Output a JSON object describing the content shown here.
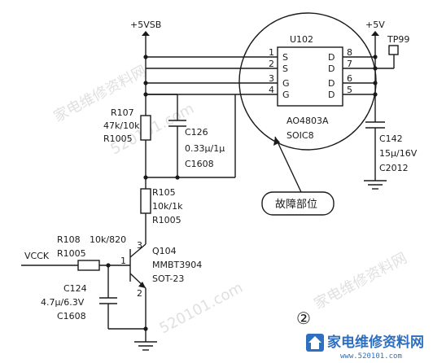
{
  "rails": {
    "vsb": "+5VSB",
    "v5": "+5V"
  },
  "ic": {
    "ref": "U102",
    "part": "AO4803A",
    "package": "SOIC8",
    "left_pins": [
      {
        "num": "1",
        "fn": "S"
      },
      {
        "num": "2",
        "fn": "S"
      },
      {
        "num": "3",
        "fn": "G"
      },
      {
        "num": "4",
        "fn": "G"
      }
    ],
    "right_pins": [
      {
        "num": "8",
        "fn": "D"
      },
      {
        "num": "7",
        "fn": "D"
      },
      {
        "num": "6",
        "fn": "D"
      },
      {
        "num": "5",
        "fn": "D"
      }
    ]
  },
  "testpoint": "TP99",
  "components": {
    "r107": {
      "ref": "R107",
      "value": "47k/10k",
      "pkg": "R1005"
    },
    "c126": {
      "ref": "C126",
      "value": "0.33μ/1μ",
      "pkg": "C1608"
    },
    "r105": {
      "ref": "R105",
      "value": "10k/1k",
      "pkg": "R1005"
    },
    "r108": {
      "ref": "R108",
      "value": "10k/820",
      "pkg": "R1005"
    },
    "q104": {
      "ref": "Q104",
      "part": "MMBT3904",
      "pkg": "SOT-23",
      "pin_b": "1",
      "pin_c": "3",
      "pin_e": "2"
    },
    "c124": {
      "ref": "C124",
      "value": "4.7μ/6.3V",
      "pkg": "C1608"
    },
    "c142": {
      "ref": "C142",
      "value": "15μ/16V",
      "pkg": "C2012"
    }
  },
  "signals": {
    "vcck": "VCCK"
  },
  "callout": "故障部位",
  "figure_marker": "②",
  "watermark": {
    "text": "家电维修资料网",
    "url": "520101.com"
  },
  "logo": {
    "text": "家电维修资料网",
    "url": "www.520101.com"
  }
}
